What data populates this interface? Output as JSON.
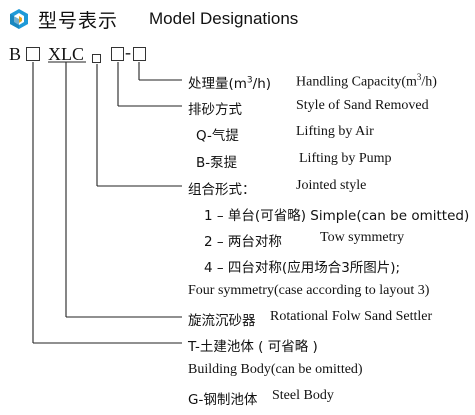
{
  "title": {
    "zh": "型号表示",
    "en": "Model Designations"
  },
  "code": {
    "prefix": "B",
    "model": "XLC",
    "dash": "-"
  },
  "rows": {
    "capacity": {
      "zh": "处理量(m³/h)",
      "en": "Handling Capacity(m³/h)"
    },
    "sand_removal": {
      "zh": "排砂方式",
      "en": "Style of Sand Removed"
    },
    "q_air": {
      "zh": "Q-气提",
      "en": "Lifting by Air"
    },
    "b_pump": {
      "zh": "B-泵提",
      "en": "Lifting by Pump"
    },
    "combo": {
      "zh": "组合形式：",
      "en": "Jointed style"
    },
    "single": "1 – 单台(可省略) Simple(can be omitted)",
    "double": {
      "zh": "2 – 两台对称",
      "en": "Tow symmetry"
    },
    "quad": "4 – 四台对称(应用场合3所图片);",
    "quad_en": "Four symmetry(case according to layout 3)",
    "settler": {
      "zh": "旋流沉砂器",
      "en": "Rotational Folw Sand Settler"
    },
    "civil": "T-土建池体 ( 可省略 )",
    "civil_en": "Building Body(can be omitted)",
    "steel": {
      "zh": "G-钢制池体",
      "en": "Steel Body"
    }
  },
  "colors": {
    "logo_blue": "#1e9ad8",
    "logo_gold": "#e2a623",
    "line": "#222222"
  }
}
